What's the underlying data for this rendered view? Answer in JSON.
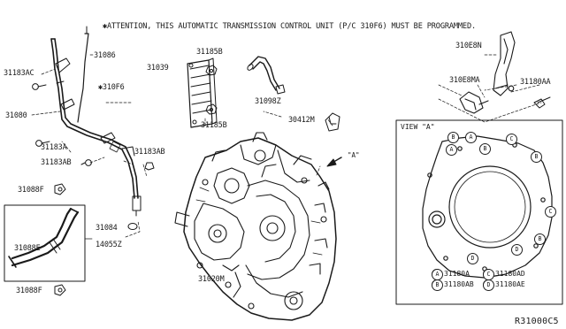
{
  "attention_note": "✱ATTENTION, THIS AUTOMATIC TRANSMISSION CONTROL UNIT (P/C 310F6) MUST BE PROGRAMMED.",
  "diagram_code": "R31000C5",
  "view_label": "VIEW \"A\"",
  "arrow_label": "\"A\"",
  "parts": {
    "p31183ac": "31183AC",
    "p31086": "31086",
    "p31039": "31039",
    "p310f6": "✱310F6",
    "p31185b_top": "31185B",
    "p31185b_bot": "31185B",
    "p31098z": "31098Z",
    "p310e8n": "310E8N",
    "p310e8ma": "310E8MA",
    "p31180aa": "31180AA",
    "p31080": "31080",
    "p31183a": "31183A",
    "p31183ab_left": "31183AB",
    "p31183ab_right": "31183AB",
    "p30412m": "30412M",
    "p31088f_top": "31088F",
    "p31084": "31084",
    "p31088e": "31088E",
    "p14055z": "14055Z",
    "p31088f_bot": "31088F",
    "p31020m": "31020M"
  },
  "view_circles": [
    "B",
    "A",
    "C",
    "A",
    "B",
    "C",
    "B",
    "B",
    "D",
    "D"
  ],
  "legend": [
    {
      "letter": "A",
      "part": "31180A"
    },
    {
      "letter": "C",
      "part": "31180AD"
    },
    {
      "letter": "B",
      "part": "31180AB"
    },
    {
      "letter": "D",
      "part": "31180AE"
    }
  ],
  "colors": {
    "ink": "#1a1a1a",
    "background": "#ffffff"
  }
}
